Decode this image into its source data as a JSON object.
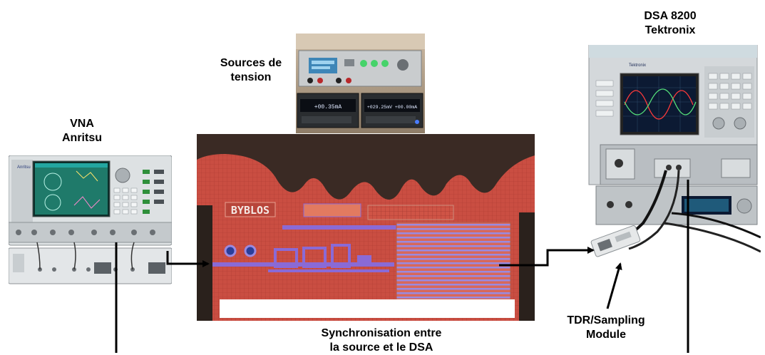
{
  "labels": {
    "vna_line1": "VNA",
    "vna_line2": "Anritsu",
    "sources_line1": "Sources de",
    "sources_line2": "tension",
    "dsa_line1": "DSA 8200",
    "dsa_line2": "Tektronix",
    "tdr_line1": "TDR/Sampling",
    "tdr_line2": "Module",
    "sync_line1": "Synchronisation entre",
    "sync_line2": "la source et le DSA"
  },
  "chip_text": "BYBLOS",
  "instrument_text": {
    "vna_brand": "Anritsu",
    "dsa_brand": "Tektronix",
    "source_readout_1": "+00.35mA",
    "source_readout_2": "+029.25mV  +00.00mA"
  },
  "colors": {
    "chip_copper": "#d9584a",
    "chip_dark": "#3a2a24",
    "chip_violet": "#8a6ad6",
    "instrument_body": "#d8dcde",
    "vna_screen": "#1f7a6a",
    "dsa_screen": "#0c1a33",
    "wire": "#000000"
  }
}
